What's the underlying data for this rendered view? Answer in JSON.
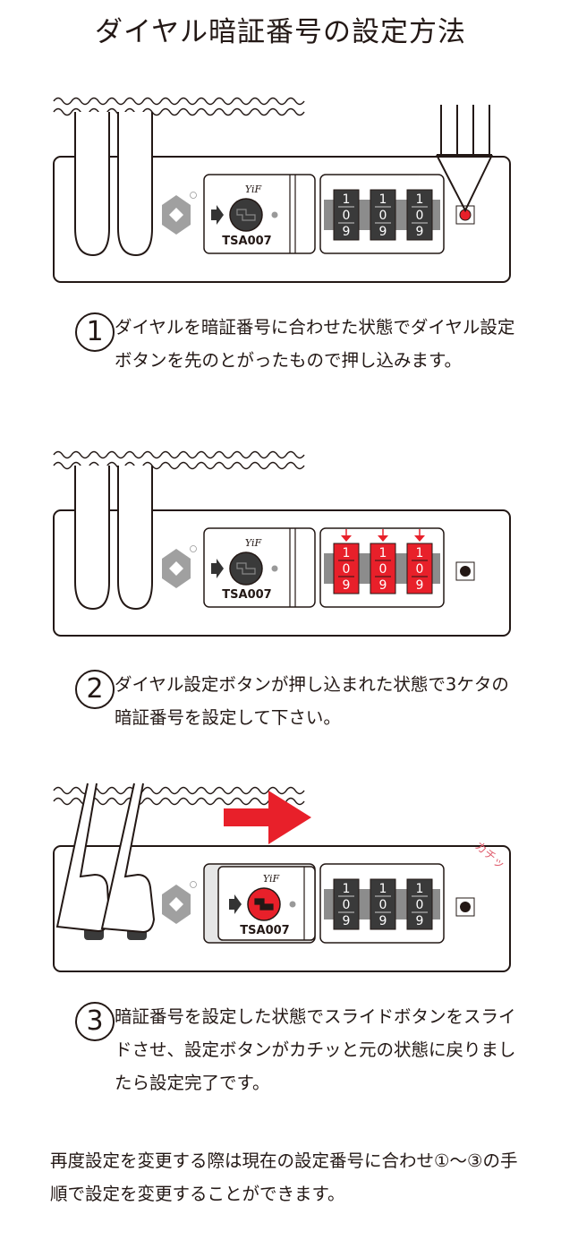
{
  "title": "ダイヤル暗証番号の設定方法",
  "illustration": {
    "brand": "YiF",
    "model": "TSA007",
    "dial_digits": [
      "1",
      "0",
      "9"
    ],
    "dial_count": 3,
    "sound_effect": "カチッ",
    "colors": {
      "accent_red": "#e8202a",
      "dial_dark": "#3a3a3a",
      "dial_band": "#8c8c8c",
      "outline": "#231815"
    }
  },
  "steps": [
    {
      "number": "1",
      "text": "ダイヤルを暗証番号に合わせた状態でダイヤル設定ボタンを先のとがったもので押し込みます。"
    },
    {
      "number": "2",
      "text": "ダイヤル設定ボタンが押し込まれた状態で3ケタの暗証番号を設定して下さい。"
    },
    {
      "number": "3",
      "text": "暗証番号を設定した状態でスライドボタンをスライドさせ、設定ボタンがカチッと元の状態に戻りましたら設定完了です。"
    }
  ],
  "note": "再度設定を変更する際は現在の設定番号に合わせ①〜③の手順で設定を変更することができます。"
}
